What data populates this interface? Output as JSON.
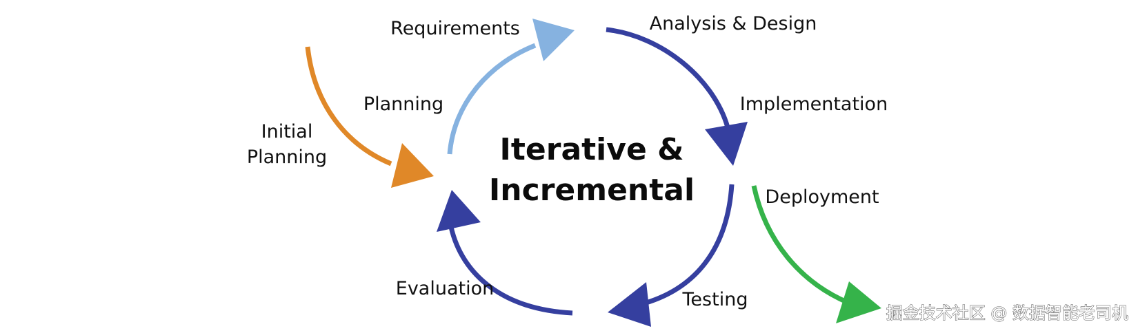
{
  "center": {
    "line1": "Iterative &",
    "line2": "Incremental"
  },
  "labels": {
    "initial_planning_line1": "Initial",
    "initial_planning_line2": "Planning",
    "planning": "Planning",
    "requirements": "Requirements",
    "analysis_design": "Analysis & Design",
    "implementation": "Implementation",
    "deployment": "Deployment",
    "testing": "Testing",
    "evaluation": "Evaluation"
  },
  "watermark": "掘金技术社区 @ 数据智能老司机",
  "colors": {
    "orange": "#E08828",
    "light_blue": "#86B2E0",
    "navy": "#353F9F",
    "green": "#35B34A"
  }
}
